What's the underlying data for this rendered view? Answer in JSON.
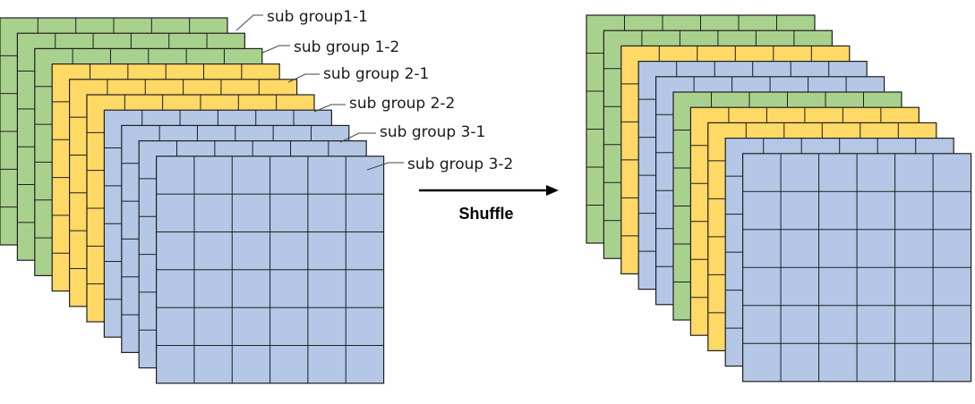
{
  "colors": {
    "green": "#a9d18e",
    "yellow": "#ffd966",
    "blue": "#b4c7e7",
    "stroke": "#1f1f1f",
    "arrow": "#000000"
  },
  "left_stack": {
    "layers": [
      "green",
      "green",
      "green",
      "yellow",
      "yellow",
      "yellow",
      "blue",
      "blue",
      "blue",
      "blue"
    ],
    "labels": [
      "sub group1-1",
      "sub group 1-2",
      "sub group 2-1",
      "sub group 2-2",
      "sub group 3-1",
      "sub group 3-2"
    ]
  },
  "arrow": {
    "label": "Shuffle"
  },
  "right_stack": {
    "layers": [
      "green",
      "green",
      "yellow",
      "blue",
      "blue",
      "green",
      "yellow",
      "yellow",
      "blue",
      "blue"
    ]
  }
}
